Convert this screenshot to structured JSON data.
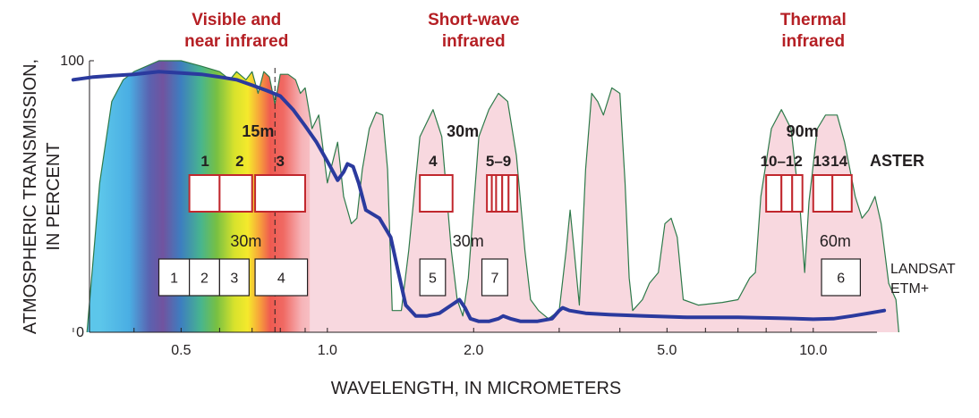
{
  "chart_data": {
    "type": "line",
    "xlabel": "WAVELENGTH, IN MICROMETERS",
    "ylabel_lines": [
      "ATMOSPHERIC TRANSMISSION,",
      "IN PERCENT"
    ],
    "x_scale": "log",
    "x_ticks": [
      {
        "value": 0.5,
        "label": "0.5"
      },
      {
        "value": 1.0,
        "label": "1.0"
      },
      {
        "value": 2.0,
        "label": "2.0"
      },
      {
        "value": 5.0,
        "label": "5.0"
      },
      {
        "value": 10.0,
        "label": "10.0"
      }
    ],
    "y_ticks": [
      {
        "value": 0,
        "label": "0"
      },
      {
        "value": 100,
        "label": "100"
      }
    ],
    "ylim": [
      0,
      100
    ],
    "xlim": [
      0.3,
      15
    ],
    "regions": [
      {
        "label_lines": [
          "Visible and",
          "near infrared"
        ],
        "x": 0.65
      },
      {
        "label_lines": [
          "Short-wave",
          "infrared"
        ],
        "x": 2.0
      },
      {
        "label_lines": [
          "Thermal",
          "infrared"
        ],
        "x": 10.0
      }
    ],
    "divider_x": 0.78,
    "transmission_curve": [
      [
        0.32,
        0
      ],
      [
        0.34,
        55
      ],
      [
        0.36,
        85
      ],
      [
        0.38,
        93
      ],
      [
        0.4,
        96
      ],
      [
        0.45,
        100
      ],
      [
        0.5,
        100
      ],
      [
        0.55,
        98
      ],
      [
        0.6,
        96
      ],
      [
        0.63,
        93
      ],
      [
        0.65,
        96
      ],
      [
        0.68,
        93
      ],
      [
        0.7,
        96
      ],
      [
        0.72,
        88
      ],
      [
        0.74,
        96
      ],
      [
        0.76,
        94
      ],
      [
        0.78,
        84
      ],
      [
        0.8,
        95
      ],
      [
        0.83,
        95
      ],
      [
        0.86,
        93
      ],
      [
        0.88,
        88
      ],
      [
        0.9,
        90
      ],
      [
        0.93,
        75
      ],
      [
        0.96,
        80
      ],
      [
        1.0,
        55
      ],
      [
        1.05,
        70
      ],
      [
        1.08,
        50
      ],
      [
        1.12,
        40
      ],
      [
        1.15,
        42
      ],
      [
        1.18,
        60
      ],
      [
        1.22,
        75
      ],
      [
        1.26,
        81
      ],
      [
        1.3,
        80
      ],
      [
        1.33,
        60
      ],
      [
        1.36,
        8
      ],
      [
        1.42,
        8
      ],
      [
        1.47,
        30
      ],
      [
        1.55,
        72
      ],
      [
        1.65,
        82
      ],
      [
        1.72,
        72
      ],
      [
        1.8,
        30
      ],
      [
        1.85,
        12
      ],
      [
        1.9,
        6
      ],
      [
        1.95,
        20
      ],
      [
        2.05,
        72
      ],
      [
        2.15,
        82
      ],
      [
        2.25,
        88
      ],
      [
        2.35,
        85
      ],
      [
        2.45,
        65
      ],
      [
        2.55,
        30
      ],
      [
        2.62,
        12
      ],
      [
        2.72,
        8
      ],
      [
        2.85,
        5
      ],
      [
        3.0,
        8
      ],
      [
        3.1,
        30
      ],
      [
        3.16,
        45
      ],
      [
        3.22,
        30
      ],
      [
        3.3,
        10
      ],
      [
        3.4,
        60
      ],
      [
        3.5,
        88
      ],
      [
        3.6,
        85
      ],
      [
        3.7,
        80
      ],
      [
        3.85,
        90
      ],
      [
        4.0,
        88
      ],
      [
        4.1,
        55
      ],
      [
        4.18,
        20
      ],
      [
        4.25,
        8
      ],
      [
        4.45,
        12
      ],
      [
        4.6,
        18
      ],
      [
        4.8,
        22
      ],
      [
        4.95,
        40
      ],
      [
        5.1,
        42
      ],
      [
        5.25,
        35
      ],
      [
        5.4,
        12
      ],
      [
        5.8,
        10
      ],
      [
        6.5,
        11
      ],
      [
        7.0,
        12
      ],
      [
        7.4,
        20
      ],
      [
        7.6,
        22
      ],
      [
        7.8,
        50
      ],
      [
        8.2,
        75
      ],
      [
        8.6,
        82
      ],
      [
        9.0,
        75
      ],
      [
        9.4,
        45
      ],
      [
        9.6,
        22
      ],
      [
        9.8,
        48
      ],
      [
        10.2,
        75
      ],
      [
        10.6,
        80
      ],
      [
        11.2,
        80
      ],
      [
        11.6,
        70
      ],
      [
        12.2,
        50
      ],
      [
        12.6,
        42
      ],
      [
        13.0,
        45
      ],
      [
        13.4,
        50
      ],
      [
        13.8,
        40
      ],
      [
        14.3,
        18
      ],
      [
        14.8,
        12
      ],
      [
        15.0,
        0
      ]
    ],
    "blue_curve": [
      [
        0.3,
        93
      ],
      [
        0.33,
        94
      ],
      [
        0.36,
        94.5
      ],
      [
        0.4,
        95
      ],
      [
        0.45,
        96
      ],
      [
        0.5,
        95.5
      ],
      [
        0.55,
        95
      ],
      [
        0.6,
        94
      ],
      [
        0.65,
        93
      ],
      [
        0.7,
        91
      ],
      [
        0.75,
        89
      ],
      [
        0.8,
        87
      ],
      [
        0.85,
        82
      ],
      [
        0.9,
        76
      ],
      [
        0.95,
        70
      ],
      [
        1.0,
        63
      ],
      [
        1.05,
        56
      ],
      [
        1.08,
        59
      ],
      [
        1.1,
        62
      ],
      [
        1.13,
        61
      ],
      [
        1.16,
        55
      ],
      [
        1.2,
        45
      ],
      [
        1.28,
        42
      ],
      [
        1.35,
        35
      ],
      [
        1.4,
        22
      ],
      [
        1.45,
        10
      ],
      [
        1.52,
        6
      ],
      [
        1.6,
        6
      ],
      [
        1.7,
        7
      ],
      [
        1.8,
        10
      ],
      [
        1.87,
        12
      ],
      [
        1.92,
        9
      ],
      [
        1.97,
        5
      ],
      [
        2.05,
        4
      ],
      [
        2.15,
        4
      ],
      [
        2.25,
        5
      ],
      [
        2.3,
        6
      ],
      [
        2.38,
        5
      ],
      [
        2.5,
        4
      ],
      [
        2.7,
        4
      ],
      [
        2.9,
        5
      ],
      [
        3.0,
        8
      ],
      [
        3.05,
        9
      ],
      [
        3.15,
        8
      ],
      [
        3.4,
        7
      ],
      [
        3.8,
        6.5
      ],
      [
        4.5,
        6
      ],
      [
        5.5,
        5.5
      ],
      [
        7.0,
        5.5
      ],
      [
        8.5,
        5.2
      ],
      [
        10.0,
        4.8
      ],
      [
        11.0,
        5
      ],
      [
        12.0,
        6
      ],
      [
        13.0,
        7
      ],
      [
        14.0,
        8
      ]
    ],
    "aster": {
      "sensor_label": "ASTER",
      "resolutions": [
        {
          "label": "15m",
          "x": 0.72
        },
        {
          "label": "30m",
          "x": 1.9
        },
        {
          "label": "90m",
          "x": 9.5
        }
      ],
      "group_labels": [
        {
          "label": "1",
          "x": 0.56
        },
        {
          "label": "2",
          "x": 0.66
        },
        {
          "label": "3",
          "x": 0.8
        },
        {
          "label": "4",
          "x": 1.65
        },
        {
          "label": "5–9",
          "x": 2.25
        },
        {
          "label": "10–12",
          "x": 8.6
        },
        {
          "label": "13",
          "x": 10.4
        },
        {
          "label": "14",
          "x": 11.3
        }
      ],
      "bands": [
        {
          "min": 0.52,
          "max": 0.6
        },
        {
          "min": 0.6,
          "max": 0.7
        },
        {
          "min": 0.71,
          "max": 0.9
        },
        {
          "min": 1.55,
          "max": 1.81
        },
        {
          "min": 2.13,
          "max": 2.18
        },
        {
          "min": 2.18,
          "max": 2.225
        },
        {
          "min": 2.225,
          "max": 2.29
        },
        {
          "min": 2.29,
          "max": 2.36
        },
        {
          "min": 2.36,
          "max": 2.46
        },
        {
          "min": 8.0,
          "max": 8.6
        },
        {
          "min": 8.6,
          "max": 9.05
        },
        {
          "min": 9.05,
          "max": 9.5
        },
        {
          "min": 10.0,
          "max": 10.95
        },
        {
          "min": 10.95,
          "max": 12.0
        }
      ]
    },
    "landsat": {
      "sensor_label_lines": [
        "LANDSAT",
        "ETM+"
      ],
      "resolutions": [
        {
          "label": "30m",
          "x": 0.68
        },
        {
          "label": "30m",
          "x": 1.95
        },
        {
          "label": "60m",
          "x": 11.1
        }
      ],
      "bands": [
        {
          "label": "1",
          "min": 0.45,
          "max": 0.52
        },
        {
          "label": "2",
          "min": 0.52,
          "max": 0.6
        },
        {
          "label": "3",
          "min": 0.6,
          "max": 0.69
        },
        {
          "label": "4",
          "min": 0.71,
          "max": 0.91
        },
        {
          "label": "5",
          "min": 1.55,
          "max": 1.75
        },
        {
          "label": "7",
          "min": 2.08,
          "max": 2.35
        },
        {
          "label": "6",
          "min": 10.4,
          "max": 12.5
        }
      ]
    }
  }
}
